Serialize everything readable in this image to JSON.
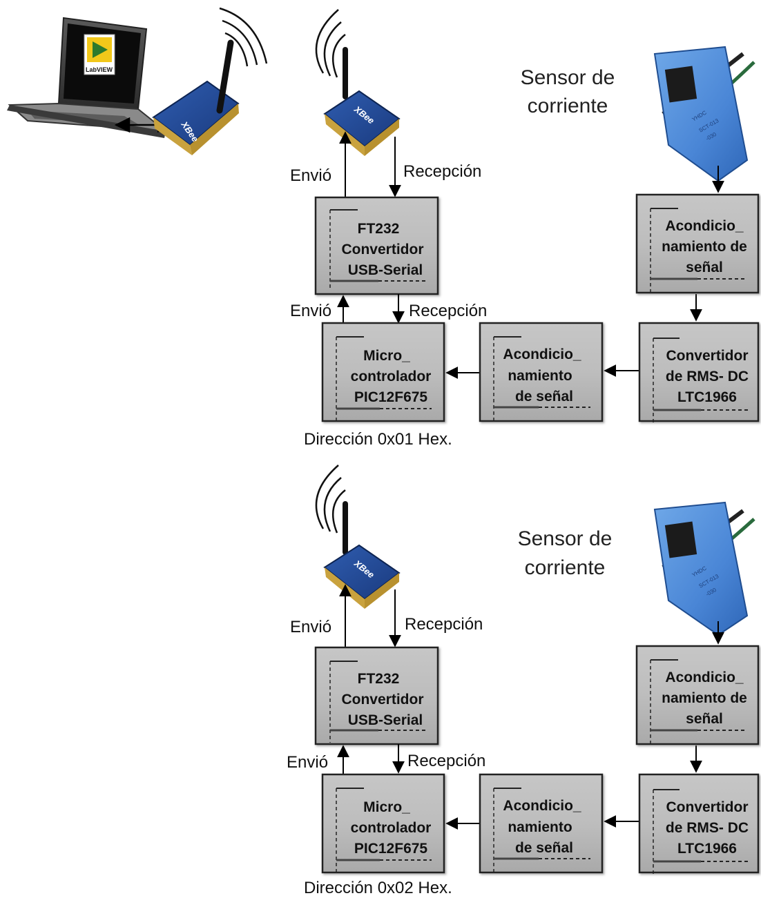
{
  "laptop": {
    "screen_label": "LabVIEW"
  },
  "xbee": {
    "label": "XBee"
  },
  "clamp": {
    "brand": "YHDC",
    "model": "SCT-013",
    "sub": "-030"
  },
  "nodes": [
    {
      "sensor_label": [
        "Sensor de",
        "corriente"
      ],
      "ft232": [
        "FT232",
        "Convertidor",
        "USB-Serial"
      ],
      "micro": [
        "Micro_",
        "controlador",
        "PIC12F675"
      ],
      "cond_mid": [
        "Acondicio_",
        "namiento",
        "de señal"
      ],
      "cond_top": [
        "Acondicio_",
        "namiento de",
        "señal"
      ],
      "rms": [
        "Convertidor",
        "de RMS- DC",
        "LTC1966"
      ],
      "send_label": "Envió",
      "recv_label": "Recepción",
      "address": "Dirección 0x01 Hex."
    },
    {
      "sensor_label": [
        "Sensor de",
        "corriente"
      ],
      "ft232": [
        "FT232",
        "Convertidor",
        "USB-Serial"
      ],
      "micro": [
        "Micro_",
        "controlador",
        "PIC12F675"
      ],
      "cond_mid": [
        "Acondicio_",
        "namiento",
        "de señal"
      ],
      "cond_top": [
        "Acondicio_",
        "namiento de",
        "señal"
      ],
      "rms": [
        "Convertidor",
        "de RMS- DC",
        "LTC1966"
      ],
      "send_label": "Envió",
      "recv_label": "Recepción",
      "address": "Dirección 0x02 Hex."
    }
  ]
}
